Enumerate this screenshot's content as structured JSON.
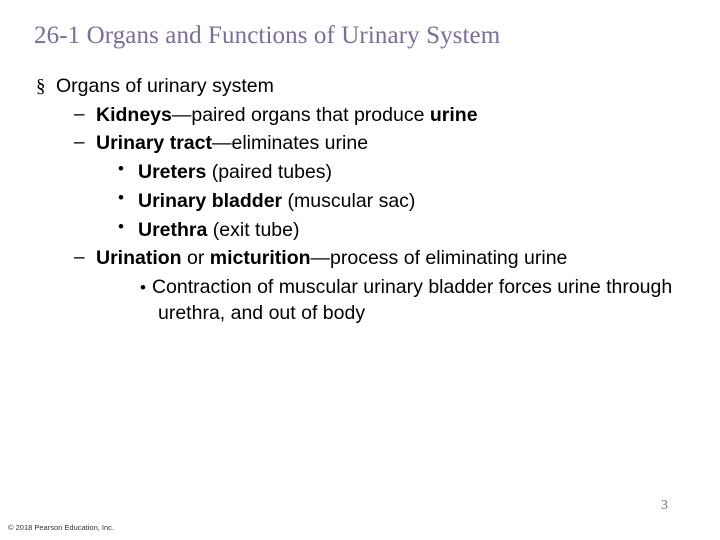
{
  "slide": {
    "title": "26-1 Organs and Functions of Urinary System",
    "page_number": "3",
    "copyright": "© 2018 Pearson Education, Inc.",
    "title_color": "#7b6b9e",
    "body_color": "#000000",
    "bullets": {
      "level1_glyph": "§",
      "level2_glyph": "–",
      "level3_glyph": "•",
      "level4_glyph": "•"
    },
    "content": [
      {
        "level": 1,
        "segments": [
          {
            "text": "Organs of urinary system",
            "bold": false
          }
        ]
      },
      {
        "level": 2,
        "segments": [
          {
            "text": "Kidneys",
            "bold": true
          },
          {
            "text": "—paired organs that produce ",
            "bold": false
          },
          {
            "text": "urine",
            "bold": true
          }
        ]
      },
      {
        "level": 2,
        "segments": [
          {
            "text": "Urinary tract",
            "bold": true
          },
          {
            "text": "—eliminates urine",
            "bold": false
          }
        ]
      },
      {
        "level": 3,
        "segments": [
          {
            "text": "Ureters",
            "bold": true
          },
          {
            "text": " (paired tubes)",
            "bold": false
          }
        ]
      },
      {
        "level": 3,
        "segments": [
          {
            "text": "Urinary bladder",
            "bold": true
          },
          {
            "text": " (muscular sac)",
            "bold": false
          }
        ]
      },
      {
        "level": 3,
        "segments": [
          {
            "text": "Urethra",
            "bold": true
          },
          {
            "text": " (exit tube)",
            "bold": false
          }
        ]
      },
      {
        "level": 2,
        "segments": [
          {
            "text": "Urination",
            "bold": true
          },
          {
            "text": " or ",
            "bold": false
          },
          {
            "text": "micturition",
            "bold": true
          },
          {
            "text": "—process of eliminating urine",
            "bold": false
          }
        ]
      },
      {
        "level": 4,
        "segments": [
          {
            "text": "Contraction of muscular urinary bladder forces urine through urethra, and out of body",
            "bold": false
          }
        ]
      }
    ]
  }
}
